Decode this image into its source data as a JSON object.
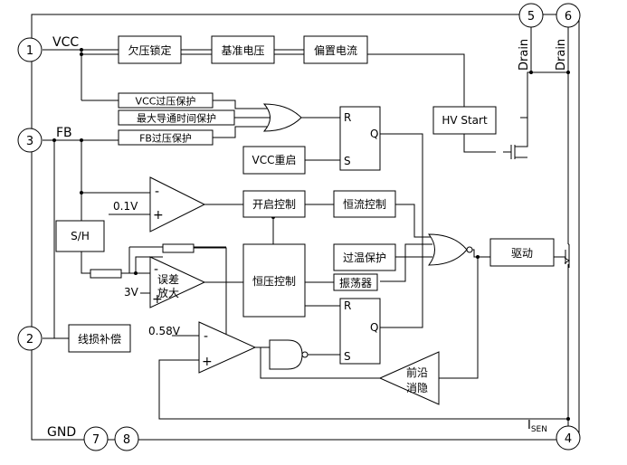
{
  "pins": [
    {
      "num": "1",
      "label": "VCC"
    },
    {
      "num": "3",
      "label": "FB"
    },
    {
      "num": "2",
      "label": ""
    },
    {
      "num": "7",
      "label": "GND"
    },
    {
      "num": "8",
      "label": ""
    },
    {
      "num": "5",
      "label": "Drain"
    },
    {
      "num": "6",
      "label": "Drain"
    },
    {
      "num": "4",
      "label": "I",
      "sub": "SEN"
    }
  ],
  "blocks": {
    "uvlo": "欠压锁定",
    "vref": "基准电压",
    "ibias": "偏置电流",
    "vcc_ovp": "VCC过压保护",
    "max_ton": "最大导通时间保护",
    "fb_ovp": "FB过压保护",
    "vcc_restart": "VCC重启",
    "hv_start": "HV Start",
    "sh": "S/H",
    "start_ctrl": "开启控制",
    "cc_ctrl": "恒流控制",
    "otp": "过温保护",
    "driver": "驱动",
    "cv_ctrl": "恒压控制",
    "osc": "振荡器",
    "line_comp": "线损补偿",
    "leb_l1": "前沿",
    "leb_l2": "消隐",
    "ea_l1": "误差",
    "ea_l2": "放大"
  },
  "labels": {
    "v01": "0.1V",
    "v3": "3V",
    "v058": "0.58V",
    "minus": "-",
    "plus": "+",
    "R": "R",
    "S": "S",
    "Q": "Q"
  }
}
